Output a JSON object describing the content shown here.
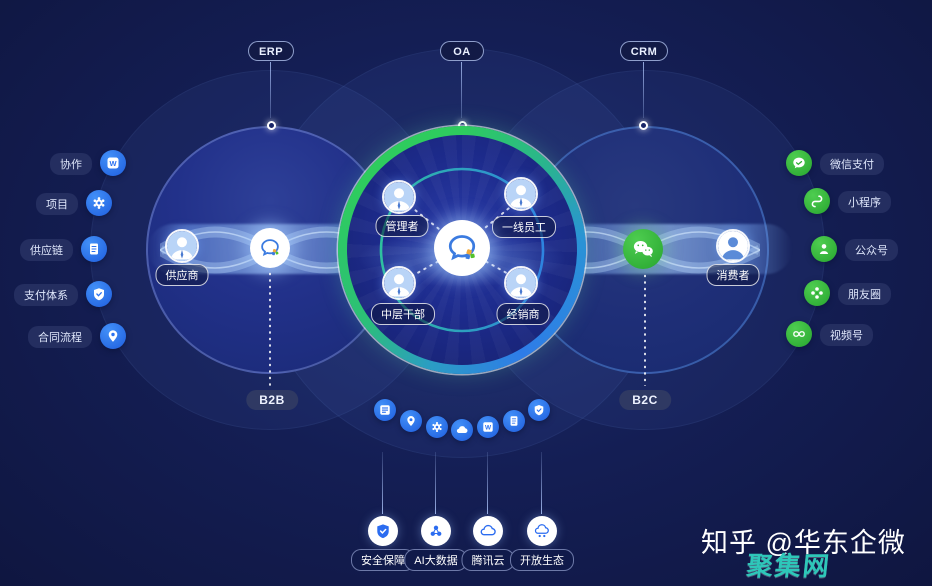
{
  "top_systems": [
    {
      "label": "ERP"
    },
    {
      "label": "OA"
    },
    {
      "label": "CRM"
    }
  ],
  "left_panel": {
    "items": [
      {
        "label": "协作",
        "icon": "wecom-app-icon"
      },
      {
        "label": "项目",
        "icon": "gear-icon"
      },
      {
        "label": "供应链",
        "icon": "document-icon"
      },
      {
        "label": "支付体系",
        "icon": "shield-icon"
      },
      {
        "label": "合同流程",
        "icon": "location-pin-icon"
      }
    ]
  },
  "right_panel": {
    "items": [
      {
        "label": "微信支付",
        "icon": "wechat-pay-icon"
      },
      {
        "label": "小程序",
        "icon": "mini-program-icon"
      },
      {
        "label": "公众号",
        "icon": "official-account-icon"
      },
      {
        "label": "朋友圈",
        "icon": "moments-icon"
      },
      {
        "label": "视频号",
        "icon": "video-channel-icon"
      }
    ]
  },
  "left_circle": {
    "actor_label": "供应商",
    "tag": "B2B",
    "hub_icon": "wecom-logo-icon"
  },
  "right_circle": {
    "actor_label": "消费者",
    "tag": "B2C",
    "hub_icon": "wechat-logo-icon"
  },
  "center_circle": {
    "hub_icon": "wecom-logo-icon",
    "roles": [
      {
        "label": "管理者"
      },
      {
        "label": "一线员工"
      },
      {
        "label": "中层干部"
      },
      {
        "label": "经销商"
      }
    ]
  },
  "capability_icons": [
    "grid-icon",
    "location-pin-icon",
    "gear-icon",
    "cloud-icon",
    "word-doc-icon",
    "document-icon",
    "shield-icon"
  ],
  "foundation": {
    "items": [
      {
        "label": "安全保障",
        "icon": "shield-check-icon"
      },
      {
        "label": "AI大数据",
        "icon": "molecule-icon"
      },
      {
        "label": "腾讯云",
        "icon": "cloud-icon"
      },
      {
        "label": "开放生态",
        "icon": "cloud-network-icon"
      }
    ]
  },
  "watermark": {
    "credit": "知乎 @华东企微",
    "brand": "聚集网"
  },
  "colors": {
    "background": "#141e54",
    "ring_green": "#2ecc5e",
    "ring_blue": "#2e7ce8",
    "feature_blue": "#2b72f0",
    "wechat_green": "#38c13c",
    "watermark_teal": "#2ec7b9"
  }
}
